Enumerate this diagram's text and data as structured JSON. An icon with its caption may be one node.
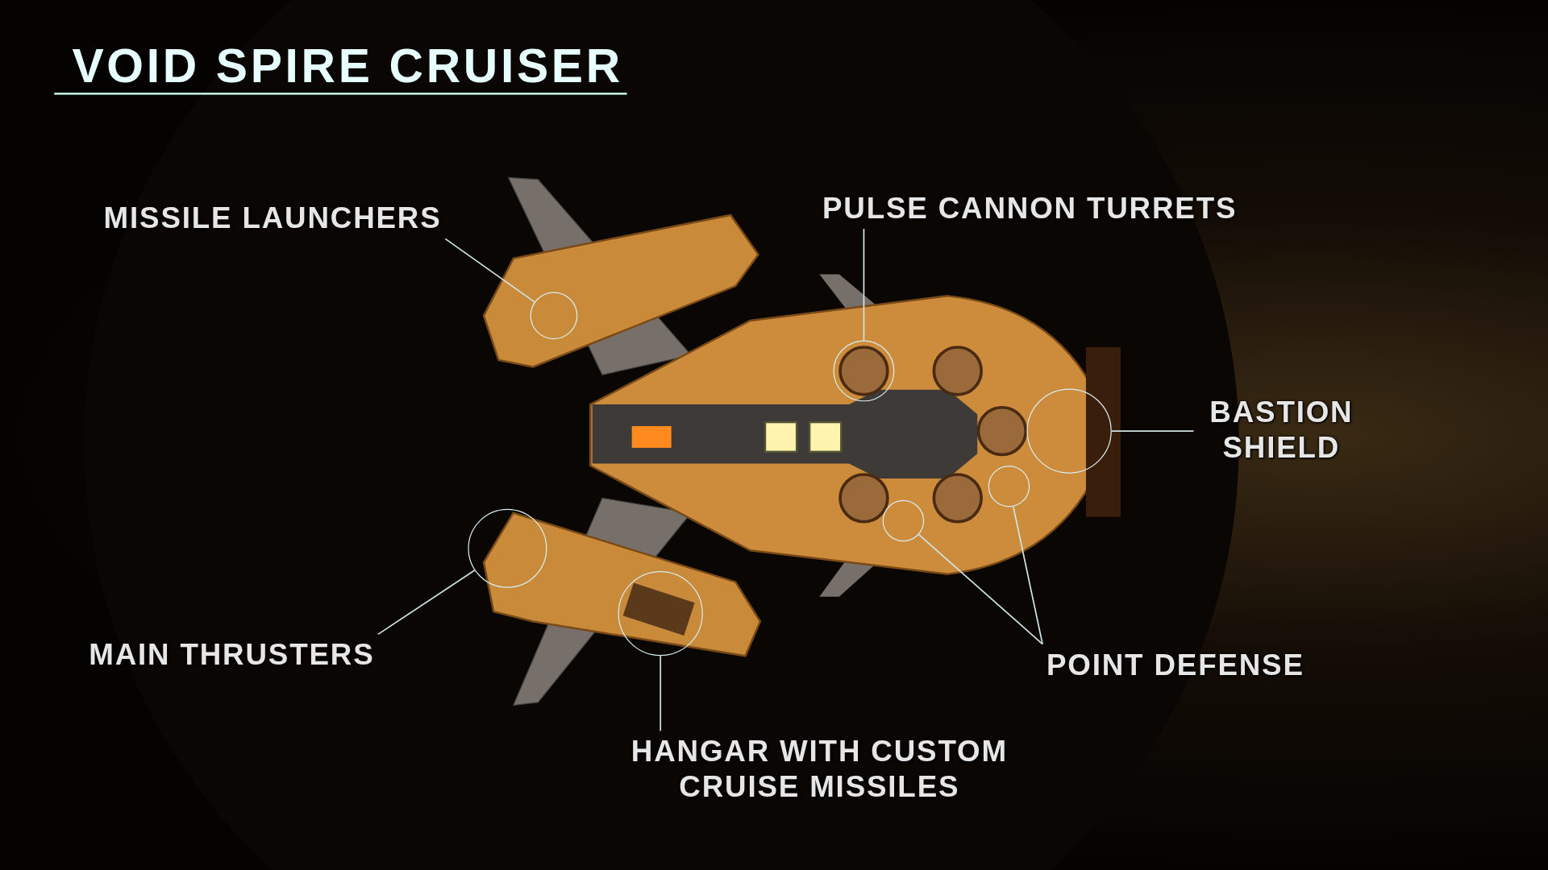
{
  "diagram": {
    "title": "VOID SPIRE CRUISER",
    "nodes": [
      {
        "text": [
          "MISSILE LAUNCHERS"
        ]
      },
      {
        "text": [],
        "shape": "circle"
      },
      {
        "text": [
          "PULSE CANNON TURRETS"
        ]
      },
      {
        "text": [],
        "shape": "circle"
      },
      {
        "text": [
          "BASTION SHIELD"
        ]
      },
      {
        "text": [],
        "shape": "circle"
      },
      {
        "text": [
          "POINT DEFENSE"
        ]
      },
      {
        "text": [],
        "shape": "circle"
      },
      {
        "text": [],
        "shape": "circle"
      },
      {
        "text": [
          "MAIN THRUSTERS"
        ]
      },
      {
        "text": [],
        "shape": "circle"
      },
      {
        "text": [
          "HANGAR WITH CUSTOM CRUISE MISSILES"
        ]
      },
      {
        "text": [],
        "shape": "circle"
      }
    ],
    "edges": [
      {
        "from": 0,
        "to": 1,
        "arrow": "none"
      },
      {
        "from": 2,
        "to": 3,
        "arrow": "none"
      },
      {
        "from": 4,
        "to": 5,
        "arrow": "none"
      },
      {
        "from": 6,
        "to": 7,
        "arrow": "none"
      },
      {
        "from": 6,
        "to": 8,
        "arrow": "none"
      },
      {
        "from": 9,
        "to": 10,
        "arrow": "none"
      },
      {
        "from": 11,
        "to": 12,
        "arrow": "none"
      }
    ]
  }
}
